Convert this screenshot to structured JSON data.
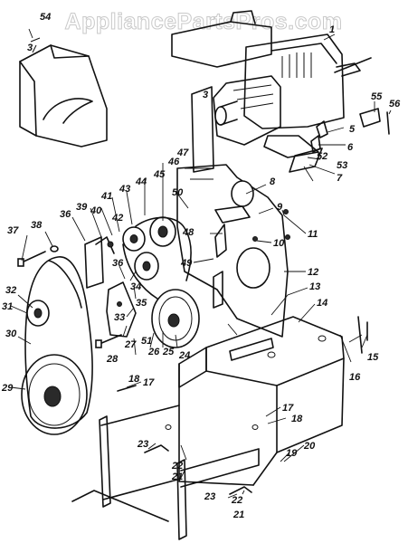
{
  "watermark": "AppliancePartsPros.com",
  "callouts": [
    "1",
    "3",
    "3",
    "5",
    "6",
    "7",
    "8",
    "9",
    "10",
    "11",
    "12",
    "13",
    "14",
    "15",
    "16",
    "17",
    "17",
    "18",
    "18",
    "19",
    "20",
    "21",
    "21",
    "22",
    "22",
    "23",
    "23",
    "24",
    "25",
    "26",
    "27",
    "28",
    "29",
    "30",
    "31",
    "32",
    "33",
    "34",
    "35",
    "36",
    "36",
    "37",
    "38",
    "39",
    "40",
    "41",
    "42",
    "43",
    "44",
    "45",
    "46",
    "47",
    "48",
    "49",
    "50",
    "51",
    "52",
    "53",
    "54",
    "55",
    "56"
  ]
}
